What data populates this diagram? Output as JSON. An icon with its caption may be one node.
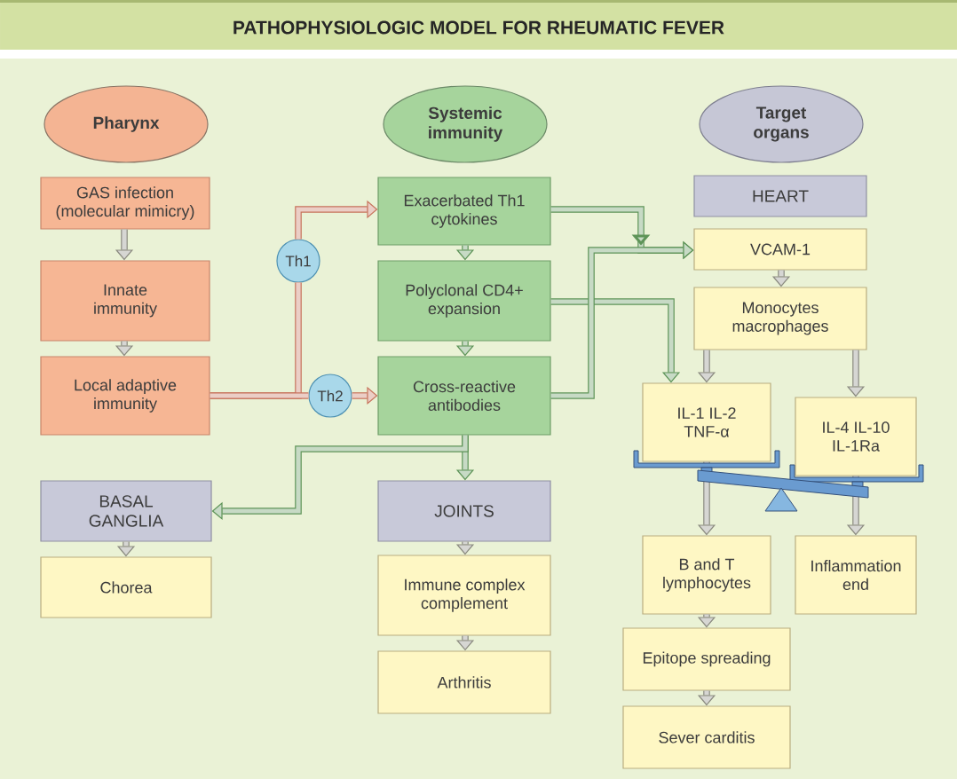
{
  "diagram": {
    "title": "PATHOPHYSIOLOGIC MODEL FOR RHEUMATIC FEVER",
    "nodes": [
      {
        "text": [
          "Pharynx"
        ]
      },
      {
        "text": [
          "GAS infection (molecular mimicry)"
        ]
      },
      {
        "text": [
          "Innate immunity"
        ]
      },
      {
        "text": [
          "Local adaptive immunity"
        ]
      },
      {
        "text": [
          "BASAL GANGLIA"
        ]
      },
      {
        "text": [
          "Chorea"
        ]
      },
      {
        "text": [
          "Th1"
        ]
      },
      {
        "text": [
          "Th2"
        ]
      },
      {
        "text": [
          "Systemic immunity"
        ]
      },
      {
        "text": [
          "Exacerbated Th1 cytokines"
        ]
      },
      {
        "text": [
          "Polyclonal CD4+ expansion"
        ]
      },
      {
        "text": [
          "Cross-reactive antibodies"
        ]
      },
      {
        "text": [
          "JOINTS"
        ]
      },
      {
        "text": [
          "Immune complex complement"
        ]
      },
      {
        "text": [
          "Arthritis"
        ]
      },
      {
        "text": [
          "Target organs"
        ]
      },
      {
        "text": [
          "HEART"
        ]
      },
      {
        "text": [
          "VCAM-1"
        ]
      },
      {
        "text": [
          "Monocytes macrophages"
        ]
      },
      {
        "text": [
          "IL-1 IL-2 TNF-α"
        ]
      },
      {
        "text": [
          "IL-4 IL-10 IL-1Ra"
        ]
      },
      {
        "text": [
          "B and T lymphocytes"
        ]
      },
      {
        "text": [
          "Inflammation end"
        ]
      },
      {
        "text": [
          "Epitope spreading"
        ]
      },
      {
        "text": [
          "Sever carditis"
        ]
      }
    ],
    "edges": [
      {
        "from": 1,
        "to": 2,
        "arrow": "to"
      },
      {
        "from": 2,
        "to": 3,
        "arrow": "to"
      },
      {
        "from": 3,
        "to": 6,
        "arrow": "none",
        "color": "#c7735c"
      },
      {
        "from": 6,
        "to": 9,
        "arrow": "to",
        "color": "#c7735c"
      },
      {
        "from": 3,
        "to": 7,
        "arrow": "none",
        "color": "#c7735c"
      },
      {
        "from": 7,
        "to": 11,
        "arrow": "to",
        "color": "#c7735c"
      },
      {
        "from": 9,
        "to": 10,
        "arrow": "to",
        "color": "#5e9458"
      },
      {
        "from": 10,
        "to": 11,
        "arrow": "to",
        "color": "#5e9458"
      },
      {
        "from": 11,
        "to": 12,
        "arrow": "to",
        "color": "#5e9458"
      },
      {
        "from": 11,
        "to": 4,
        "arrow": "to",
        "color": "#5e9458"
      },
      {
        "from": 9,
        "to": 17,
        "arrow": "to",
        "color": "#5e9458"
      },
      {
        "from": 10,
        "to": 19,
        "arrow": "to",
        "color": "#5e9458"
      },
      {
        "from": 11,
        "to": 17,
        "arrow": "to",
        "color": "#5e9458"
      },
      {
        "from": 4,
        "to": 5,
        "arrow": "to"
      },
      {
        "from": 12,
        "to": 13,
        "arrow": "to"
      },
      {
        "from": 13,
        "to": 14,
        "arrow": "to"
      },
      {
        "from": 17,
        "to": 18,
        "arrow": "to"
      },
      {
        "from": 18,
        "to": 19,
        "arrow": "to"
      },
      {
        "from": 18,
        "to": 20,
        "arrow": "to"
      },
      {
        "from": 19,
        "to": 21,
        "arrow": "to"
      },
      {
        "from": 20,
        "to": 22,
        "arrow": "to"
      },
      {
        "from": 21,
        "to": 23,
        "arrow": "to"
      },
      {
        "from": 23,
        "to": 24,
        "arrow": "to"
      }
    ]
  }
}
